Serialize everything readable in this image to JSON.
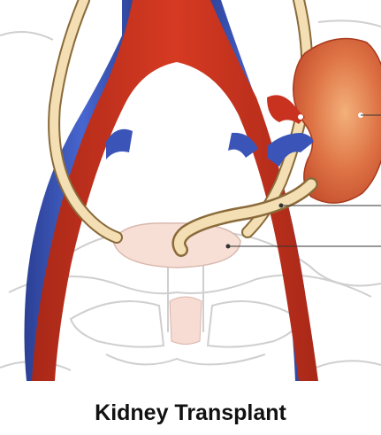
{
  "caption": {
    "title": "Kidney Transplant"
  },
  "colors": {
    "artery": "#c8321f",
    "artery_dark": "#a0261a",
    "vein": "#3b54b8",
    "vein_dark": "#2b3f94",
    "ureter": "#f1dcb0",
    "ureter_outline": "#8a6a3a",
    "kidney": "#d95f3a",
    "kidney_light": "#efa070",
    "bladder": "#f7dfd6",
    "pelvis_outline": "#c9c9c9",
    "leader_line": "#333333",
    "background": "#ffffff",
    "caption_text": "#111111"
  },
  "structures": {
    "kidney": "transplanted-kidney",
    "vessels": [
      "iliac-artery",
      "iliac-vein"
    ],
    "ureters": [
      "native-ureter-left",
      "transplant-ureter"
    ],
    "bladder": "bladder",
    "pelvis": "pelvic-bone"
  }
}
